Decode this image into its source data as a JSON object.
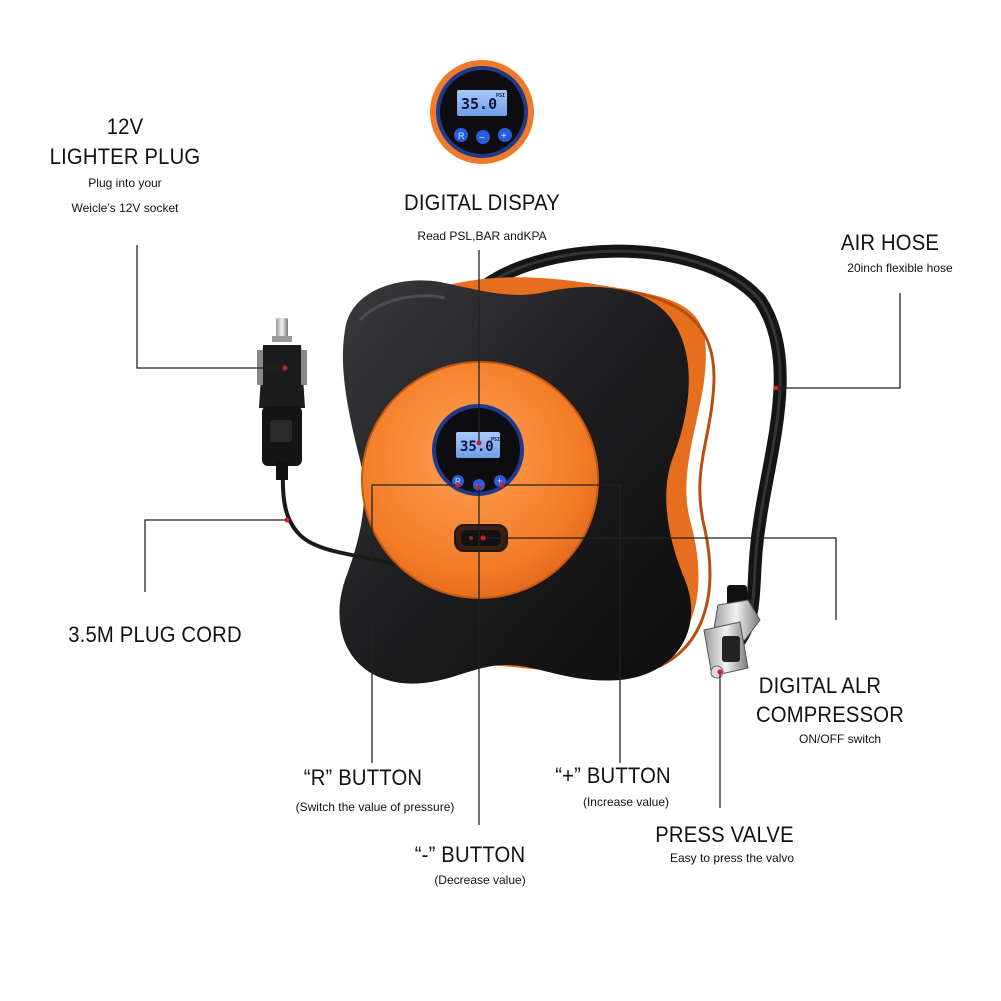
{
  "callouts": {
    "lighter_plug": {
      "line1": "12V",
      "line2": "LIGHTER PLUG",
      "sub1": "Plug into your",
      "sub2": "Weicle’s 12V socket"
    },
    "digital_display": {
      "title": "DIGITAL DISPAY",
      "sub": "Read PSL,BAR andKPA"
    },
    "air_hose": {
      "title": "AIR HOSE",
      "sub": "20inch flexible hose"
    },
    "plug_cord": {
      "title": "3.5M PLUG CORD"
    },
    "compressor": {
      "line1": "DIGITAL ALR",
      "line2": "COMPRESSOR",
      "sub": "ON/OFF switch"
    },
    "r_button": {
      "title": "“R” BUTTON",
      "sub": "(Switch the value of pressure)"
    },
    "plus_button": {
      "title": "“+” BUTTON",
      "sub": "(Increase value)"
    },
    "minus_button": {
      "title": "“-” BUTTON",
      "sub": "(Decrease value)"
    },
    "press_valve": {
      "title": "PRESS  VALVE",
      "sub": "Easy to press the valvo"
    }
  },
  "display": {
    "reading": "35.0",
    "unit": "PSI",
    "buttons": [
      "R",
      "−",
      "+"
    ]
  },
  "colors": {
    "body": "#1c1c1e",
    "accent": "#f07a2a",
    "screen": "#8fb6f2",
    "button": "#2a5bd8",
    "line": "#222222",
    "dot": "#d21f1f"
  }
}
